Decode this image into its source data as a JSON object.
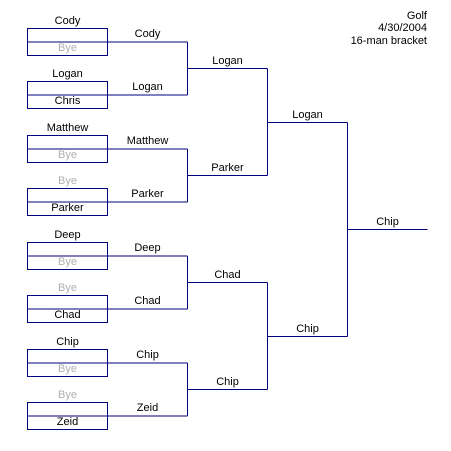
{
  "info": {
    "event": "Golf",
    "date": "4/30/2004",
    "format": "16-man bracket"
  },
  "colors": {
    "line": "#00007f",
    "bye_text": "#b0b0b0",
    "name_text": "#000000"
  },
  "bye_label": "Bye",
  "round1": [
    {
      "top": "Cody",
      "bottom": "Bye",
      "winner": "Cody"
    },
    {
      "top": "Logan",
      "bottom": "Chris",
      "winner": "Logan"
    },
    {
      "top": "Matthew",
      "bottom": "Bye",
      "winner": "Matthew"
    },
    {
      "top": "Bye",
      "bottom": "Parker",
      "winner": "Parker"
    },
    {
      "top": "Deep",
      "bottom": "Bye",
      "winner": "Deep"
    },
    {
      "top": "Bye",
      "bottom": "Chad",
      "winner": "Chad"
    },
    {
      "top": "Chip",
      "bottom": "Bye",
      "winner": "Chip"
    },
    {
      "top": "Bye",
      "bottom": "Zeid",
      "winner": "Zeid"
    }
  ],
  "round2_winners": [
    "Logan",
    "Parker",
    "Chad",
    "Chip"
  ],
  "semifinal_winners": [
    "Logan",
    "Chip"
  ],
  "champion": "Chip"
}
